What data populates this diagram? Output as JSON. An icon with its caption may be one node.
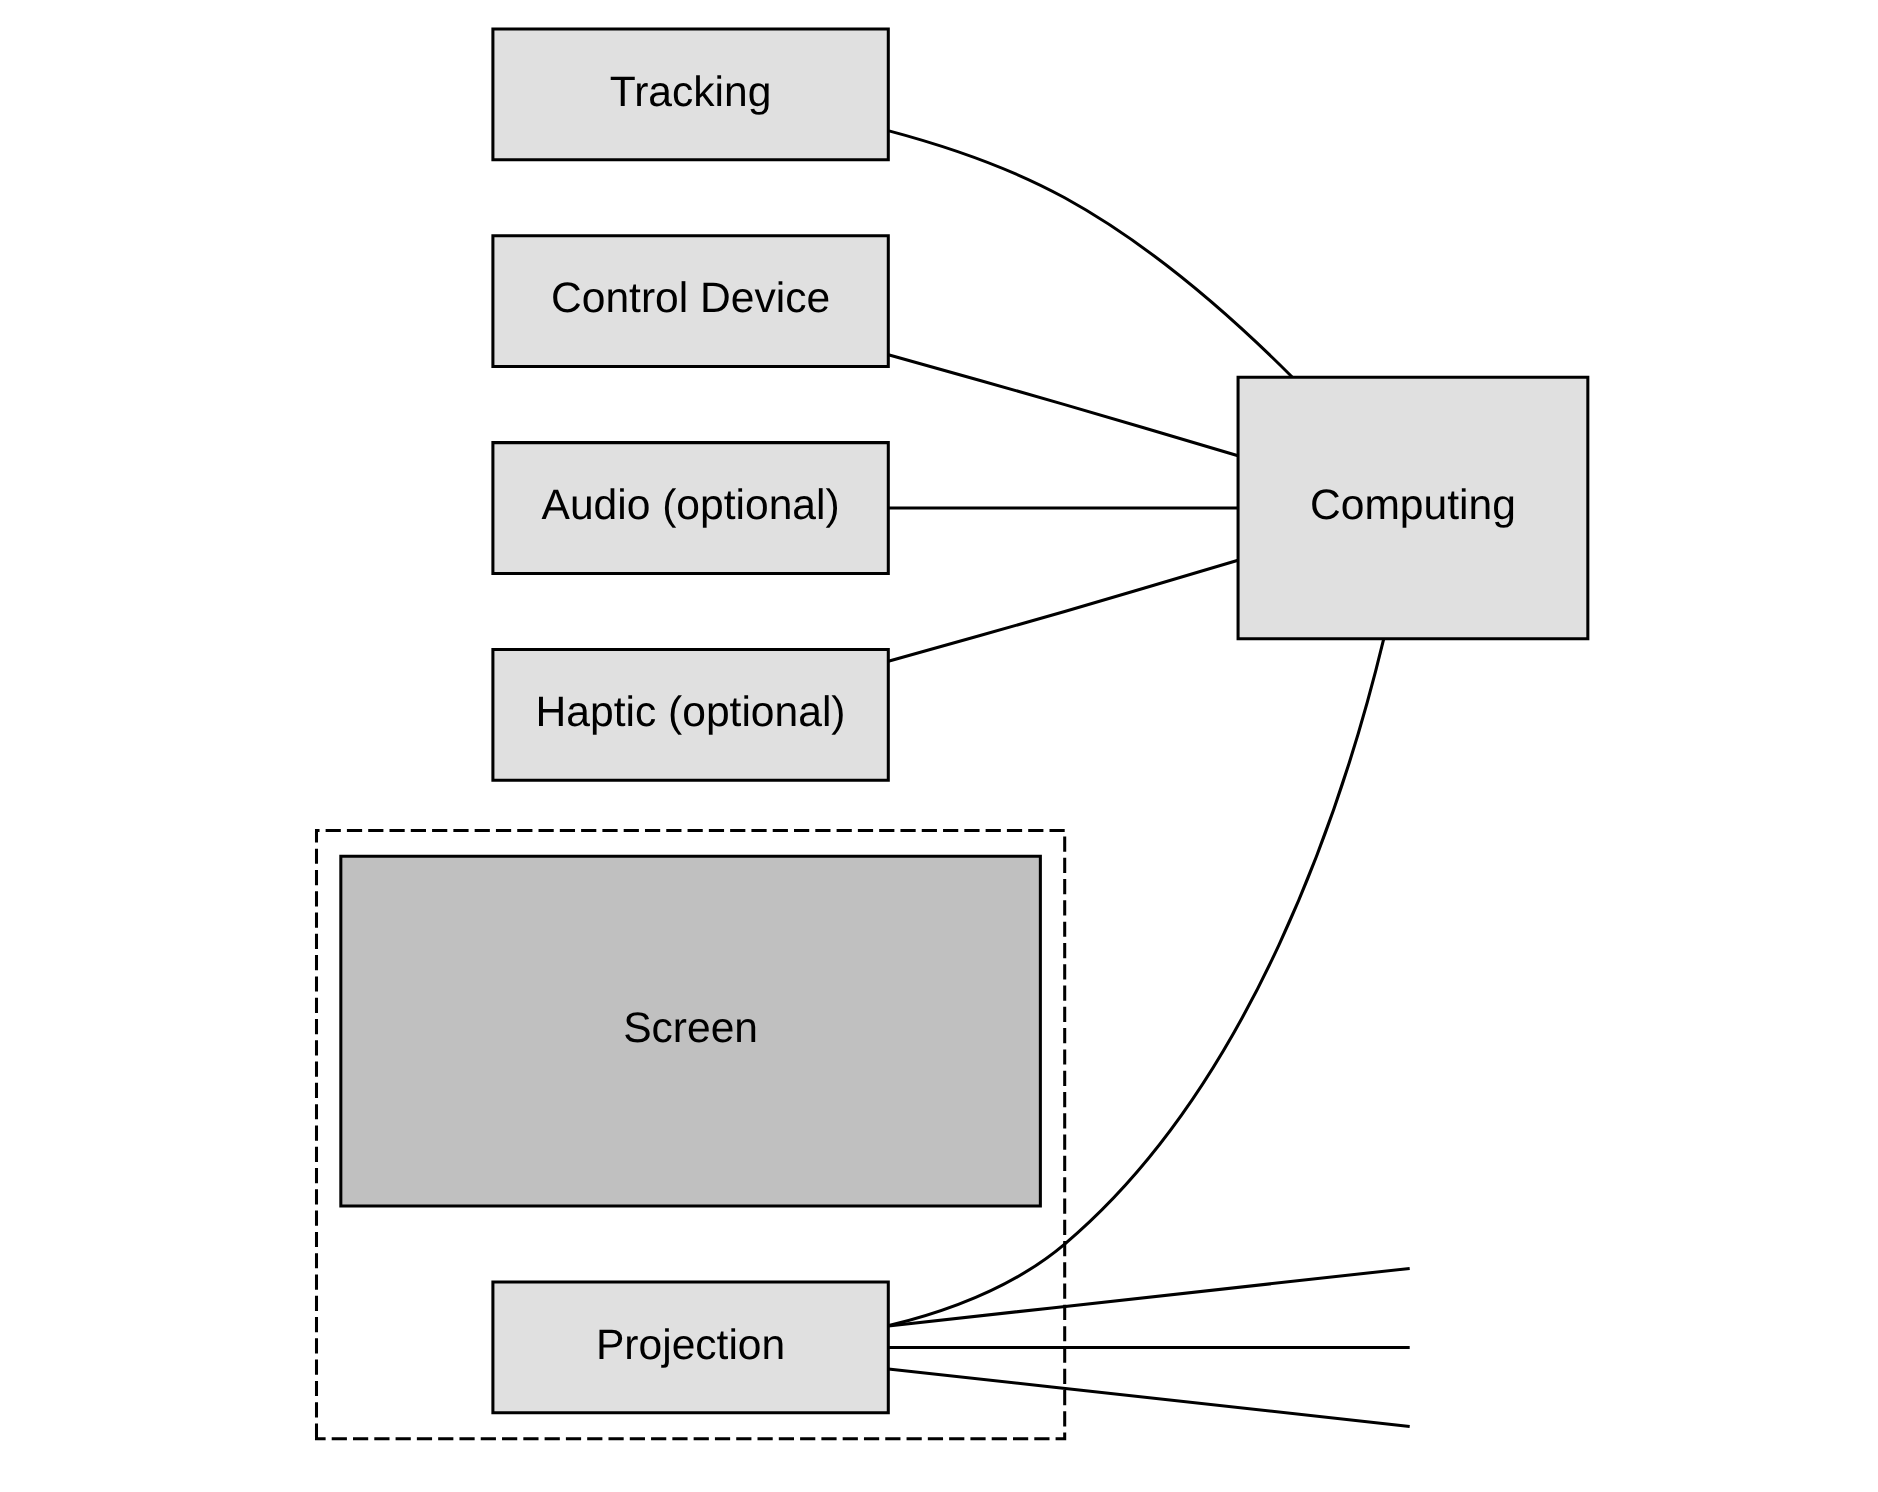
{
  "diagram": {
    "nodes": [
      {
        "text": [],
        "shape": "box"
      },
      {
        "text": [
          "Screen"
        ],
        "in": 0
      },
      {
        "text": [
          "Projection"
        ],
        "in": 0
      },
      {
        "text": [
          "Tracking"
        ]
      },
      {
        "text": [
          "Control Device"
        ]
      },
      {
        "text": [
          "Audio (optional)"
        ]
      },
      {
        "text": [
          "Haptic (optional)"
        ]
      },
      {
        "text": [
          "Computing"
        ]
      }
    ],
    "edges": [
      {
        "from": 2,
        "to": null,
        "arrow": "none"
      },
      {
        "from": 2,
        "to": null,
        "arrow": "none"
      },
      {
        "from": 2,
        "to": null,
        "arrow": "none"
      },
      {
        "from": 3,
        "to": 7,
        "arrow": "none"
      },
      {
        "from": 4,
        "to": 7,
        "arrow": "none"
      },
      {
        "from": 5,
        "to": 7,
        "arrow": "none"
      },
      {
        "from": 6,
        "to": 7,
        "arrow": "none"
      },
      {
        "from": 2,
        "to": 7,
        "arrow": "none"
      }
    ]
  }
}
